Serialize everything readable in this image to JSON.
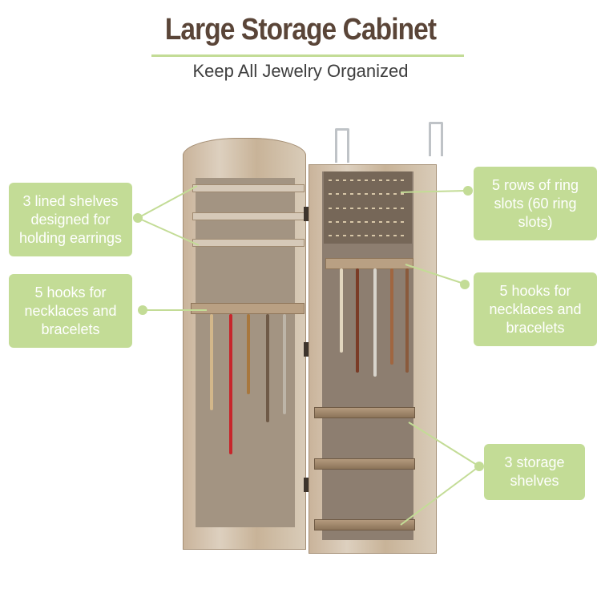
{
  "header": {
    "title": "Large Storage Cabinet",
    "subtitle": "Keep All Jewelry Organized"
  },
  "colors": {
    "title": "#5a4538",
    "accent_green": "#c3dc96",
    "label_text": "#ffffff"
  },
  "callouts": {
    "left": [
      {
        "text": "3 lined shelves designed for holding earrings"
      },
      {
        "text": "5 hooks for necklaces and bracelets"
      }
    ],
    "right": [
      {
        "text": "5 rows of ring slots (60 ring slots)"
      },
      {
        "text": "5 hooks for necklaces and bracelets"
      },
      {
        "text": "3 storage shelves"
      }
    ]
  },
  "product": {
    "image_alt": "Wall-mounted wooden jewelry cabinet with open doors"
  }
}
